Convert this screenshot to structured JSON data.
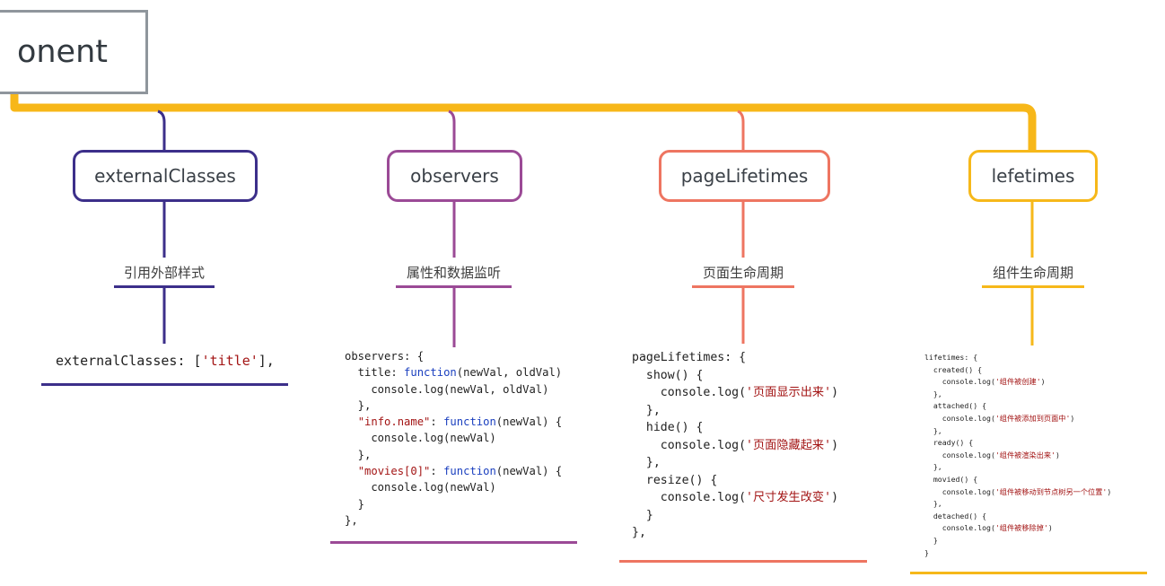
{
  "root": {
    "label": "onent"
  },
  "nodes": [
    {
      "id": "externalClasses",
      "title": "externalClasses",
      "subtitle": "引用外部样式",
      "color": "#3c2f8a"
    },
    {
      "id": "observers",
      "title": "observers",
      "subtitle": "属性和数据监听",
      "color": "#9b4a96"
    },
    {
      "id": "pageLifetimes",
      "title": "pageLifetimes",
      "subtitle": "页面生命周期",
      "color": "#ee7561"
    },
    {
      "id": "lefetimes",
      "title": "lefetimes",
      "subtitle": "组件生命周期",
      "color": "#f6b81a"
    }
  ],
  "branch_color": "#f7b719",
  "code": {
    "externalClasses": [
      [
        {
          "t": "externalClasses: ["
        },
        {
          "t": "'title'",
          "c": "str"
        },
        {
          "t": "],"
        }
      ]
    ],
    "observers": [
      [
        {
          "t": "observers: {"
        }
      ],
      [
        {
          "t": "  title: "
        },
        {
          "t": "function",
          "c": "kw"
        },
        {
          "t": "(newVal, oldVal)"
        }
      ],
      [
        {
          "t": "    console.log(newVal, oldVal)"
        }
      ],
      [
        {
          "t": "  },"
        }
      ],
      [
        {
          "t": "  "
        },
        {
          "t": "\"info.name\"",
          "c": "str"
        },
        {
          "t": ": "
        },
        {
          "t": "function",
          "c": "kw"
        },
        {
          "t": "(newVal) {"
        }
      ],
      [
        {
          "t": "    console.log(newVal)"
        }
      ],
      [
        {
          "t": "  },"
        }
      ],
      [
        {
          "t": "  "
        },
        {
          "t": "\"movies[0]\"",
          "c": "str"
        },
        {
          "t": ": "
        },
        {
          "t": "function",
          "c": "kw"
        },
        {
          "t": "(newVal) {"
        }
      ],
      [
        {
          "t": "    console.log(newVal)"
        }
      ],
      [
        {
          "t": "  }"
        }
      ],
      [
        {
          "t": "},"
        }
      ]
    ],
    "pageLifetimes": [
      [
        {
          "t": "pageLifetimes: {"
        }
      ],
      [
        {
          "t": "  show() {"
        }
      ],
      [
        {
          "t": "    console.log("
        },
        {
          "t": "'页面显示出来'",
          "c": "str"
        },
        {
          "t": ")"
        }
      ],
      [
        {
          "t": "  },"
        }
      ],
      [
        {
          "t": "  hide() {"
        }
      ],
      [
        {
          "t": "    console.log("
        },
        {
          "t": "'页面隐藏起来'",
          "c": "str"
        },
        {
          "t": ")"
        }
      ],
      [
        {
          "t": "  },"
        }
      ],
      [
        {
          "t": "  resize() {"
        }
      ],
      [
        {
          "t": "    console.log("
        },
        {
          "t": "'尺寸发生改变'",
          "c": "str"
        },
        {
          "t": ")"
        }
      ],
      [
        {
          "t": "  }"
        }
      ],
      [
        {
          "t": "},"
        }
      ]
    ],
    "lifetimes": [
      [
        {
          "t": "lifetimes: {"
        }
      ],
      [
        {
          "t": "  created() {"
        }
      ],
      [
        {
          "t": "    console.log("
        },
        {
          "t": "'组件被创建'",
          "c": "str"
        },
        {
          "t": ")"
        }
      ],
      [
        {
          "t": "  },"
        }
      ],
      [
        {
          "t": "  attached() {"
        }
      ],
      [
        {
          "t": "    console.log("
        },
        {
          "t": "'组件被添加到页面中'",
          "c": "str"
        },
        {
          "t": ")"
        }
      ],
      [
        {
          "t": "  },"
        }
      ],
      [
        {
          "t": "  ready() {"
        }
      ],
      [
        {
          "t": "    console.log("
        },
        {
          "t": "'组件被渲染出来'",
          "c": "str"
        },
        {
          "t": ")"
        }
      ],
      [
        {
          "t": "  },"
        }
      ],
      [
        {
          "t": "  movied() {"
        }
      ],
      [
        {
          "t": "    console.log("
        },
        {
          "t": "'组件被移动到节点树另一个位置'",
          "c": "str"
        },
        {
          "t": ")"
        }
      ],
      [
        {
          "t": "  },"
        }
      ],
      [
        {
          "t": "  detached() {"
        }
      ],
      [
        {
          "t": "    console.log("
        },
        {
          "t": "'组件被移除掉'",
          "c": "str"
        },
        {
          "t": ")"
        }
      ],
      [
        {
          "t": "  }"
        }
      ],
      [
        {
          "t": "}"
        }
      ]
    ]
  }
}
